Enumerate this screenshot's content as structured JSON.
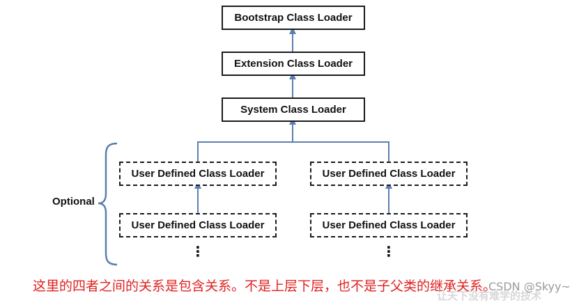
{
  "diagram": {
    "nodes": {
      "bootstrap": "Bootstrap Class Loader",
      "extension": "Extension Class Loader",
      "system": "System Class Loader",
      "user_left_top": "User Defined Class Loader",
      "user_right_top": "User Defined Class Loader",
      "user_left_bottom": "User Defined Class Loader",
      "user_right_bottom": "User Defined Class Loader"
    },
    "optional_label": "Optional",
    "ellipsis": "⋮",
    "arrow_color": "#5b7fb0"
  },
  "caption": "这里的四者之间的关系是包含关系。不是上层下层，也不是子父类的继承关系。",
  "watermark": {
    "faded": "让天下没有难学的技术",
    "credit": "CSDN @Skyy~"
  }
}
